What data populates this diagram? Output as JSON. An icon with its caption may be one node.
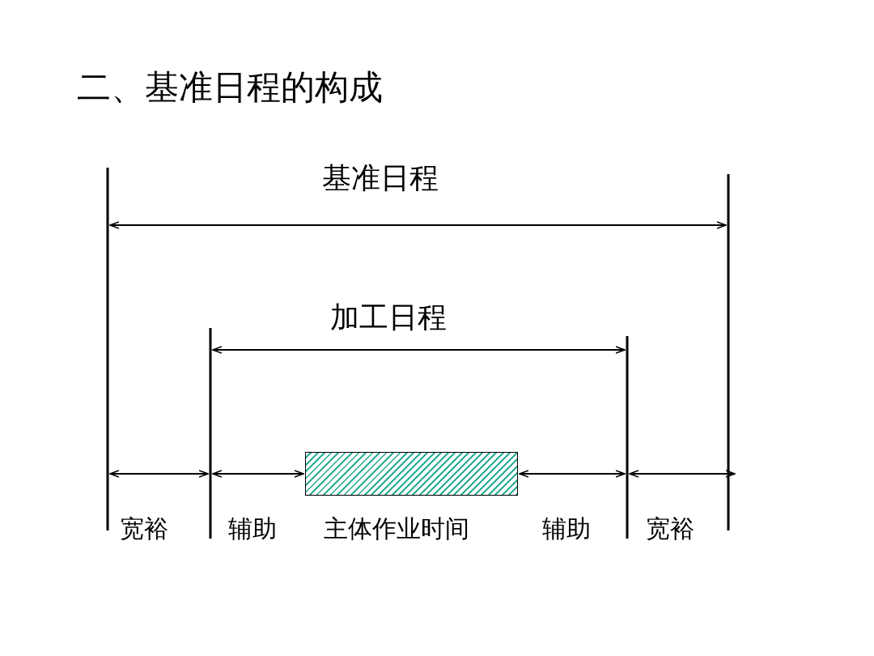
{
  "diagram": {
    "title": "二、基准日程的构成",
    "nodes": [
      {
        "text": [],
        "shape": "bar"
      }
    ],
    "labels": [
      "基准日程",
      "加工日程",
      "宽裕",
      "辅助",
      "主体作业时间",
      "辅助",
      "宽裕"
    ]
  }
}
